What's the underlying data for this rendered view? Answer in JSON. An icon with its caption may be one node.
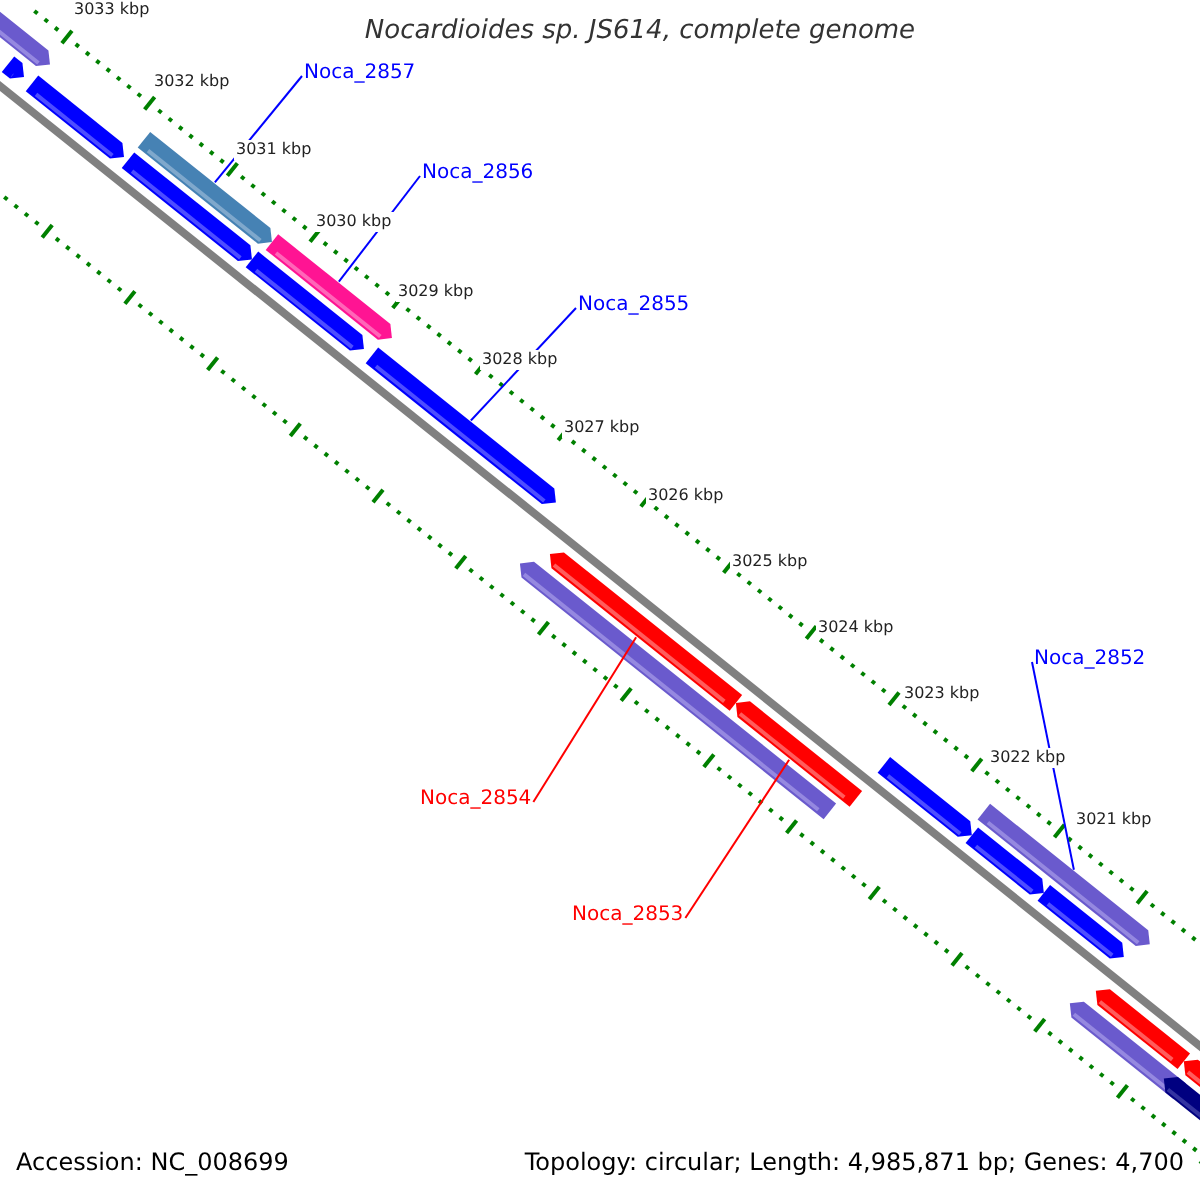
{
  "diagram": {
    "title": "Nocardioides sp. JS614, complete genome",
    "nodes": [
      {
        "text": [
          "Noca_2857"
        ]
      },
      {
        "text": [
          "Noca_2856"
        ]
      },
      {
        "text": [
          "Noca_2855"
        ]
      },
      {
        "text": [
          "Noca_2852"
        ]
      },
      {
        "text": [
          "Noca_2854"
        ]
      },
      {
        "text": [
          "Noca_2853"
        ]
      },
      {
        "text": [],
        "shape": "bar"
      },
      {
        "text": [],
        "shape": "bar"
      },
      {
        "text": [],
        "shape": "bar"
      },
      {
        "text": [],
        "shape": "bar"
      },
      {
        "text": [],
        "shape": "bar"
      },
      {
        "text": [],
        "shape": "bar"
      },
      {
        "text": [],
        "shape": "bar"
      },
      {
        "text": [],
        "shape": "bar"
      },
      {
        "text": [],
        "shape": "bar"
      },
      {
        "text": [],
        "shape": "bar"
      },
      {
        "text": [],
        "shape": "bar"
      },
      {
        "text": [],
        "shape": "bar"
      },
      {
        "text": [],
        "shape": "bar"
      },
      {
        "text": [],
        "shape": "bar"
      },
      {
        "text": [],
        "shape": "bar"
      },
      {
        "text": [],
        "shape": "bar"
      },
      {
        "text": [],
        "shape": "bar"
      },
      {
        "text": [],
        "shape": "bar"
      },
      {
        "text": [],
        "shape": "bar"
      }
    ],
    "edges": [
      {
        "from": 0,
        "to": 10,
        "arrow": "none"
      },
      {
        "from": 1,
        "to": 12,
        "arrow": "none"
      },
      {
        "from": 2,
        "to": 13,
        "arrow": "none"
      },
      {
        "from": 3,
        "to": 19,
        "arrow": "none"
      },
      {
        "from": 4,
        "to": 15,
        "arrow": "none",
        "color": "#ff0000"
      },
      {
        "from": 5,
        "to": 16,
        "arrow": "none",
        "color": "#ff0000"
      }
    ],
    "labels": [
      "3033 kbp",
      "3032 kbp",
      "3031 kbp",
      "3030 kbp",
      "3029 kbp",
      "3028 kbp",
      "3027 kbp",
      "3026 kbp",
      "3025 kbp",
      "3024 kbp",
      "3023 kbp",
      "3022 kbp",
      "3021 kbp",
      "Accession: NC_008699",
      "Topology: circular; Length: 4,985,871 bp; Genes: 4,700"
    ]
  }
}
